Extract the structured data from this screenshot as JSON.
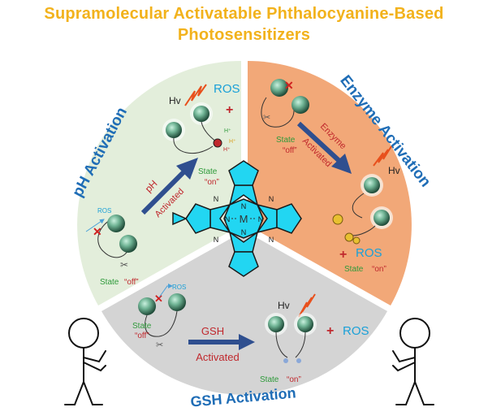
{
  "title": {
    "line1": "Supramolecular Activatable Phthalocyanine-Based",
    "line2": "Photosensitizers"
  },
  "colors": {
    "title": "#f2b21c",
    "ph_sector": "#e3eedb",
    "enzyme_sector": "#f2a878",
    "gsh_sector": "#d4d4d4",
    "sector_label": "#1f6db6",
    "arrow": "#2f4f8f",
    "activated_text": "#c0282d",
    "state_text": "#2e9a3a",
    "off_on_text": "#c0282d",
    "ros_text": "#1aa0d8",
    "core": "#22d6f2",
    "wavy": "#e8501c"
  },
  "sectors": {
    "ph": {
      "label": "pH Activation",
      "trigger": "pH",
      "activated": "Activated",
      "state_off": [
        "State ",
        "“off”"
      ],
      "state_on": [
        "State",
        "“on”"
      ],
      "ros_small": "ROS",
      "ros": "ROS",
      "hv": "Hv",
      "plus": "+",
      "h_plus": "H⁺"
    },
    "enzyme": {
      "label": "Enzyme Activation",
      "trigger": "Enzyme",
      "activated": "Activated",
      "state_off": [
        "State",
        "“off”"
      ],
      "state_on": [
        "State ",
        "“on”"
      ],
      "ros": "ROS",
      "hv": "Hv",
      "plus": "+"
    },
    "gsh": {
      "label": "GSH Activation",
      "trigger": "GSH",
      "activated": "Activated",
      "state_off": [
        "State",
        "“off”"
      ],
      "state_on": [
        "State ",
        "“on”"
      ],
      "ros_small": "ROS",
      "ros": "ROS",
      "hv": "Hv",
      "plus": "+"
    }
  },
  "molecule": {
    "metal": "M",
    "nitrogen": "N"
  }
}
